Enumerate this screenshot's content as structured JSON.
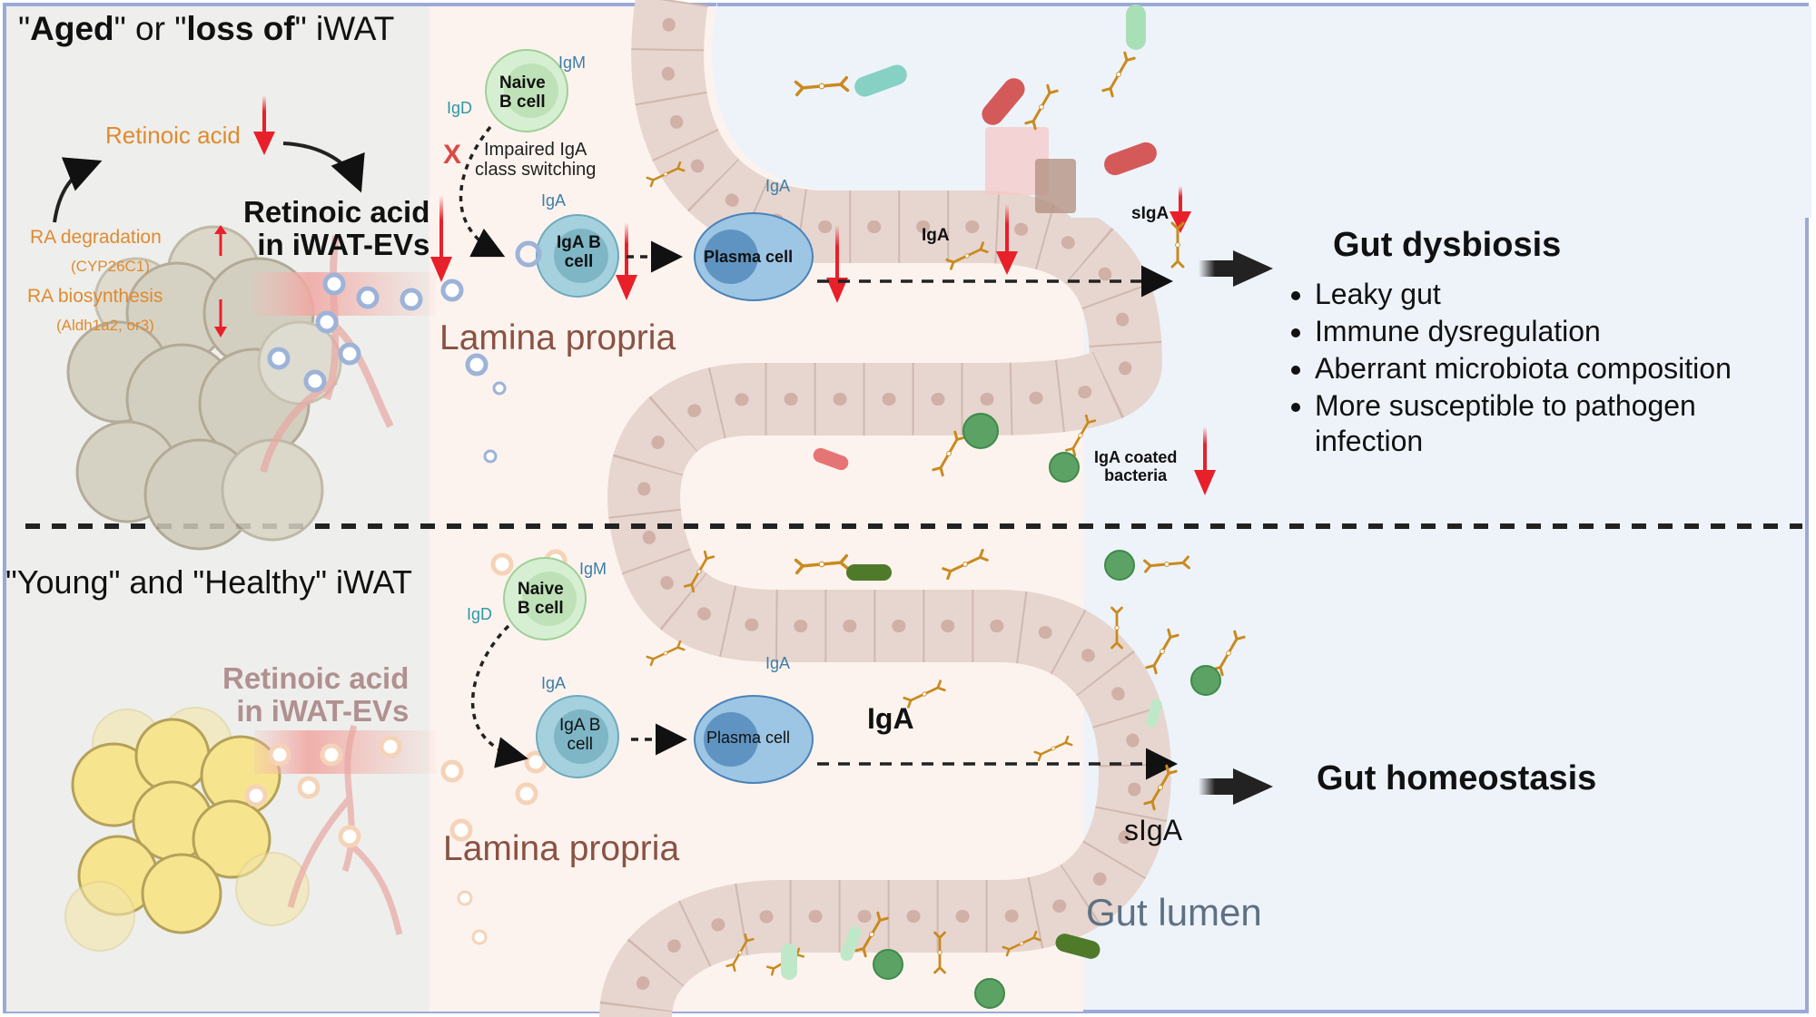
{
  "top_panel": {
    "title_parts": [
      {
        "text": "\"",
        "bold": false
      },
      {
        "text": "Aged",
        "bold": true
      },
      {
        "text": "\" or \"",
        "bold": false
      },
      {
        "text": "loss of",
        "bold": true
      },
      {
        "text": "\" iWAT",
        "bold": false
      }
    ],
    "retinoic_acid_label": "Retinoic acid",
    "ra_degradation": "RA degradation",
    "ra_degradation_gene": "(CYP26C1)",
    "ra_biosynthesis": "RA biosynthesis",
    "ra_biosynthesis_gene": "(Aldh1a2, or3)",
    "ra_in_evs_line1": "Retinoic acid",
    "ra_in_evs_line2": "in iWAT-EVs",
    "lamina_propria": "Lamina propria",
    "naive_b_cell_line1": "Naive",
    "naive_b_cell_line2": "B cell",
    "igm_label": "IgM",
    "igd_label": "IgD",
    "impaired_line1": "Impaired IgA",
    "impaired_line2": "class switching",
    "block_mark": "X",
    "iga_b_cell_label": "IgA",
    "iga_b_cell_line1": "IgA B",
    "iga_b_cell_line2": "cell",
    "plasma_iga_label": "IgA",
    "plasma_cell": "Plasma cell",
    "iga_secreted": "IgA",
    "siga": "sIgA",
    "iga_coated_line1": "IgA coated",
    "iga_coated_line2": "bacteria",
    "outcome_title": "Gut dysbiosis",
    "outcome_items": [
      "Leaky gut",
      "Immune dysregulation",
      "Aberrant microbiota composition",
      "More susceptible to pathogen infection"
    ]
  },
  "bottom_panel": {
    "title": "\"Young\" and \"Healthy\" iWAT",
    "ra_in_evs_line1": "Retinoic acid",
    "ra_in_evs_line2": "in iWAT-EVs",
    "lamina_propria": "Lamina propria",
    "naive_b_cell_line1": "Naive",
    "naive_b_cell_line2": "B cell",
    "igm_label": "IgM",
    "igd_label": "IgD",
    "iga_b_cell_label": "IgA",
    "iga_b_cell_line1": "IgA B",
    "iga_b_cell_line2": "cell",
    "plasma_iga_label": "IgA",
    "plasma_cell": "Plasma cell",
    "iga_secreted": "IgA",
    "siga": "sIgA",
    "gut_lumen": "Gut lumen",
    "outcome_title": "Gut homeostasis"
  },
  "colors": {
    "decrease_arrow": "#e8202a",
    "ra_text": "#e08a30",
    "frame": "#9aaad6",
    "adipose_bg": "#eeefec",
    "lamina_bg": "#fdf3ee",
    "lumen_bg": "#eef3fa",
    "epithelium": "#e7d6cf",
    "antibody": "#c98a1e",
    "igA_coated_bacteria": "#5ba264"
  },
  "icons": {
    "decrease_arrow": "red-down-arrow",
    "increase_arrow": "red-up-arrow",
    "flow_arrow": "black-block-arrow",
    "antibody": "y-shaped-antibody",
    "bacterium": "rod-bacterium",
    "ev": "extracellular-vesicle"
  }
}
